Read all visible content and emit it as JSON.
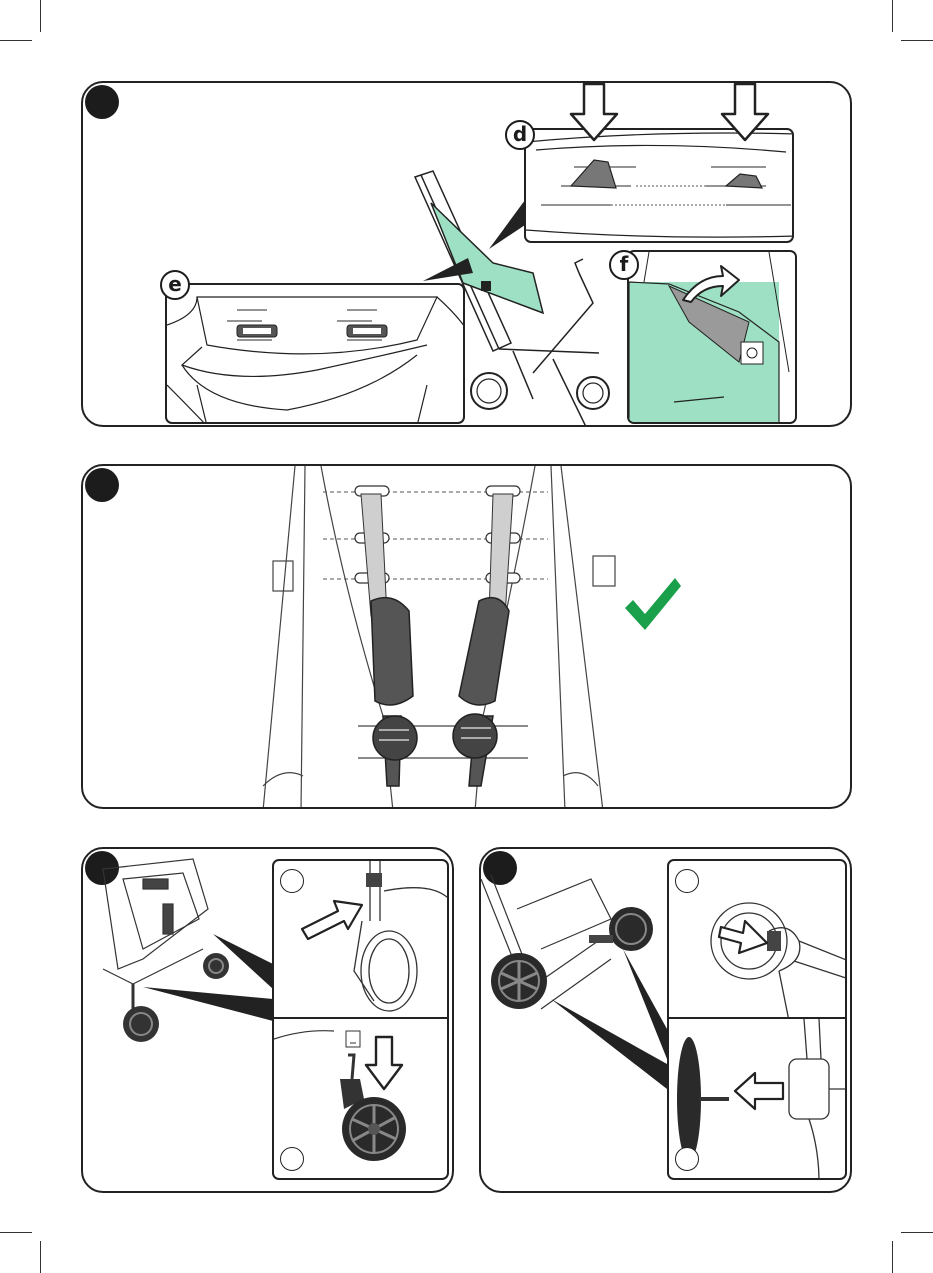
{
  "colors": {
    "mint": "#9ee0c4",
    "check": "#1a9f4a",
    "outline": "#222222",
    "wheel": "#2a2a2a",
    "strap": "#555555"
  },
  "panel1": {
    "detail_d": {
      "letter": "d"
    },
    "detail_e": {
      "letter": "e"
    },
    "detail_f": {
      "letter": "f"
    }
  },
  "panel2": {
    "check_icon": "checkmark-icon"
  },
  "panel3": {
    "icons": [
      "push-arrow-icon",
      "down-arrow-icon"
    ]
  },
  "panel4": {
    "icons": [
      "push-arrow-icon",
      "insert-arrow-icon"
    ]
  }
}
